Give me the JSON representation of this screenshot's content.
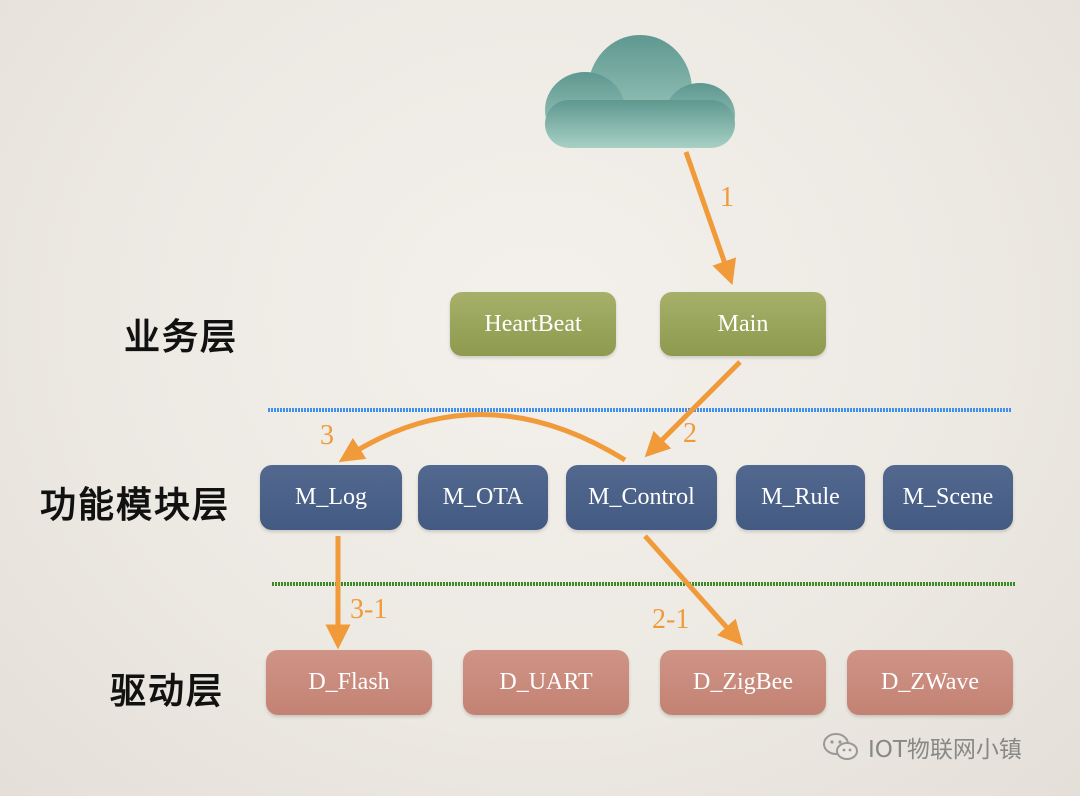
{
  "layers": {
    "business": "业务层",
    "module": "功能模块层",
    "driver": "驱动层"
  },
  "business_modules": [
    "HeartBeat",
    "Main"
  ],
  "function_modules": [
    "M_Log",
    "M_OTA",
    "M_Control",
    "M_Rule",
    "M_Scene"
  ],
  "driver_modules": [
    "D_Flash",
    "D_UART",
    "D_ZigBee",
    "D_ZWave"
  ],
  "arrow_labels": {
    "a1": "1",
    "a2": "2",
    "a3": "3",
    "a3_1": "3-1",
    "a2_1": "2-1"
  },
  "watermark": "IOT物联网小镇",
  "colors": {
    "arrow": "#f09a3a",
    "business_box": "#9aa45c",
    "module_box": "#4a5f88",
    "driver_box": "#c98a7b",
    "divider_top": "#3f8ff0",
    "divider_bottom": "#3a8a2a",
    "cloud": "#6fa99c"
  }
}
